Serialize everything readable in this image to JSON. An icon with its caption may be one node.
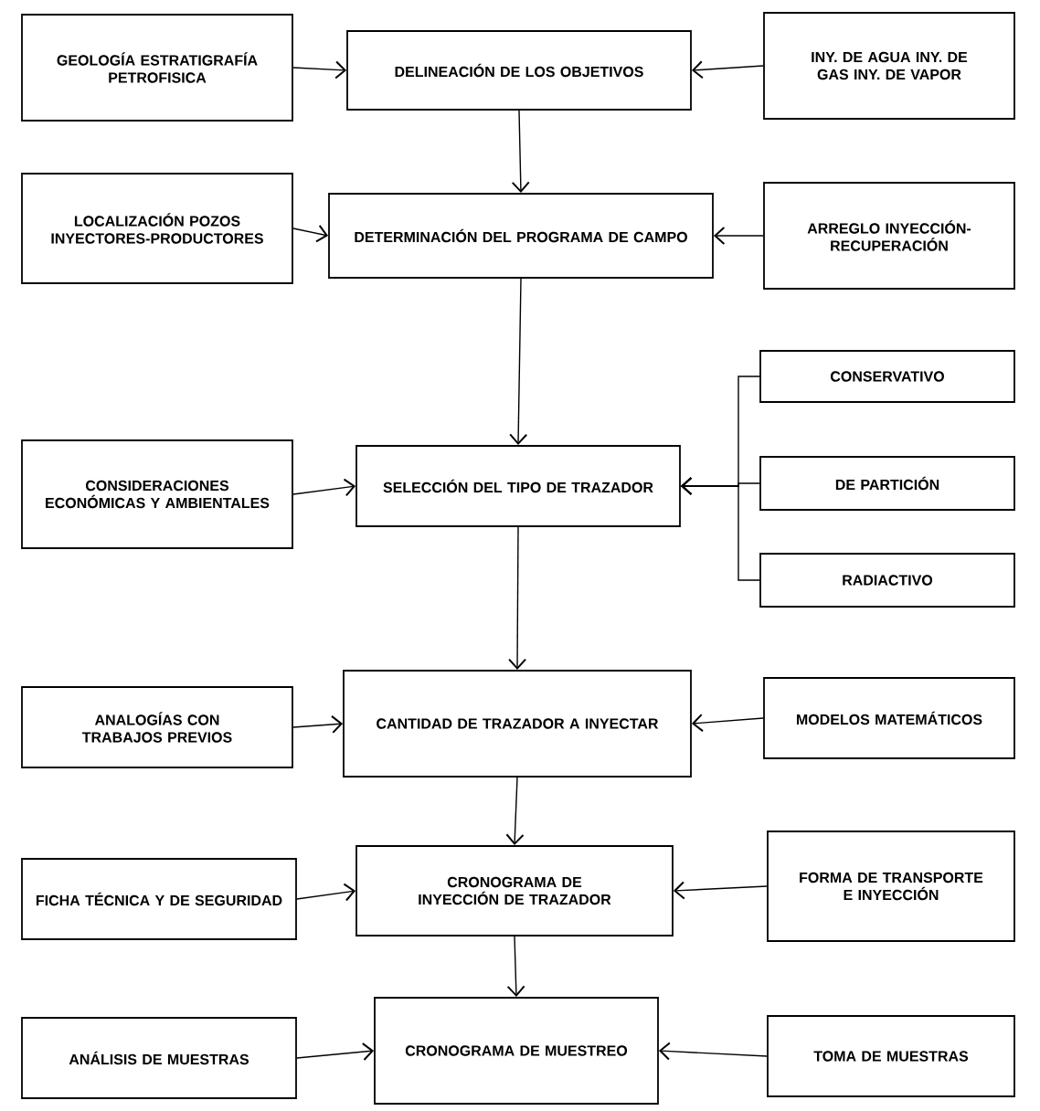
{
  "diagram": {
    "nodes": [
      {
        "text": [
          "GEOLOGÍA ESTRATIGRAFÍA PETROFISICA"
        ]
      },
      {
        "text": [
          "DELINEACIÓN DE LOS OBJETIVOS"
        ]
      },
      {
        "text": [
          "INY. DE AGUA INY. DE GAS INY. DE VAPOR"
        ]
      },
      {
        "text": [
          "LOCALIZACIÓN POZOS INYECTORES-PRODUCTORES"
        ]
      },
      {
        "text": [
          "DETERMINACIÓN DEL PROGRAMA DE CAMPO"
        ]
      },
      {
        "text": [
          "ARREGLO INYECCIÓN-RECUPERACIÓN"
        ]
      },
      {
        "text": [
          "CONSERVATIVO"
        ]
      },
      {
        "text": [
          "CONSIDERACIONES ECONÓMICAS Y AMBIENTALES"
        ]
      },
      {
        "text": [
          "SELECCIÓN DEL TIPO DE TRAZADOR"
        ]
      },
      {
        "text": [
          "DE PARTICIÓN"
        ]
      },
      {
        "text": [
          "RADIACTIVO"
        ]
      },
      {
        "text": [
          "ANALOGÍAS CON TRABAJOS PREVIOS"
        ]
      },
      {
        "text": [
          "CANTIDAD DE TRAZADOR A INYECTAR"
        ]
      },
      {
        "text": [
          "MODELOS MATEMÁTICOS"
        ]
      },
      {
        "text": [
          "FICHA TÉCNICA Y DE SEGURIDAD"
        ]
      },
      {
        "text": [
          "CRONOGRAMA DE INYECCIÓN DE TRAZADOR"
        ]
      },
      {
        "text": [
          "FORMA DE TRANSPORTE E INYECCIÓN"
        ]
      },
      {
        "text": [
          "ANÁLISIS DE MUESTRAS"
        ]
      },
      {
        "text": [
          "CRONOGRAMA DE MUESTREO"
        ]
      },
      {
        "text": [
          "TOMA DE MUESTRAS"
        ]
      }
    ],
    "edges": [
      {
        "from": 0,
        "to": 1,
        "arrow": "to"
      },
      {
        "from": 2,
        "to": 1,
        "arrow": "to"
      },
      {
        "from": 1,
        "to": 4,
        "arrow": "to"
      },
      {
        "from": 3,
        "to": 4,
        "arrow": "to"
      },
      {
        "from": 5,
        "to": 4,
        "arrow": "to"
      },
      {
        "from": 4,
        "to": 8,
        "arrow": "to"
      },
      {
        "from": 7,
        "to": 8,
        "arrow": "to"
      },
      {
        "from": 6,
        "to": 8,
        "arrow": "to"
      },
      {
        "from": 9,
        "to": 8,
        "arrow": "to"
      },
      {
        "from": 10,
        "to": 8,
        "arrow": "to"
      },
      {
        "from": 8,
        "to": 12,
        "arrow": "to"
      },
      {
        "from": 11,
        "to": 12,
        "arrow": "to"
      },
      {
        "from": 13,
        "to": 12,
        "arrow": "to"
      },
      {
        "from": 12,
        "to": 15,
        "arrow": "to"
      },
      {
        "from": 14,
        "to": 15,
        "arrow": "to"
      },
      {
        "from": 16,
        "to": 15,
        "arrow": "to"
      },
      {
        "from": 15,
        "to": 18,
        "arrow": "to"
      },
      {
        "from": 17,
        "to": 18,
        "arrow": "to"
      },
      {
        "from": 19,
        "to": 18,
        "arrow": "to"
      }
    ]
  }
}
